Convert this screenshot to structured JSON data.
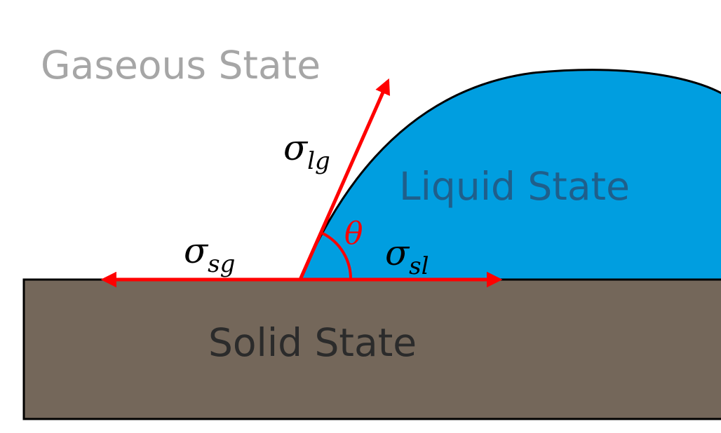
{
  "labels": {
    "gas": "Gaseous State",
    "liquid": "Liquid State",
    "solid": "Solid State"
  },
  "vectors": {
    "lg": {
      "sym": "σ",
      "sub": "lg"
    },
    "sg": {
      "sym": "σ",
      "sub": "sg"
    },
    "sl": {
      "sym": "σ",
      "sub": "sl"
    }
  },
  "angle": {
    "sym": "θ"
  },
  "colors": {
    "gas_text": "#a6a6a6",
    "liquid_fill": "#009ee0",
    "liquid_text": "#1f5f8b",
    "solid_fill": "#74675a",
    "solid_text": "#2b2b2b",
    "vector": "#ff0000",
    "outline": "#000000"
  }
}
